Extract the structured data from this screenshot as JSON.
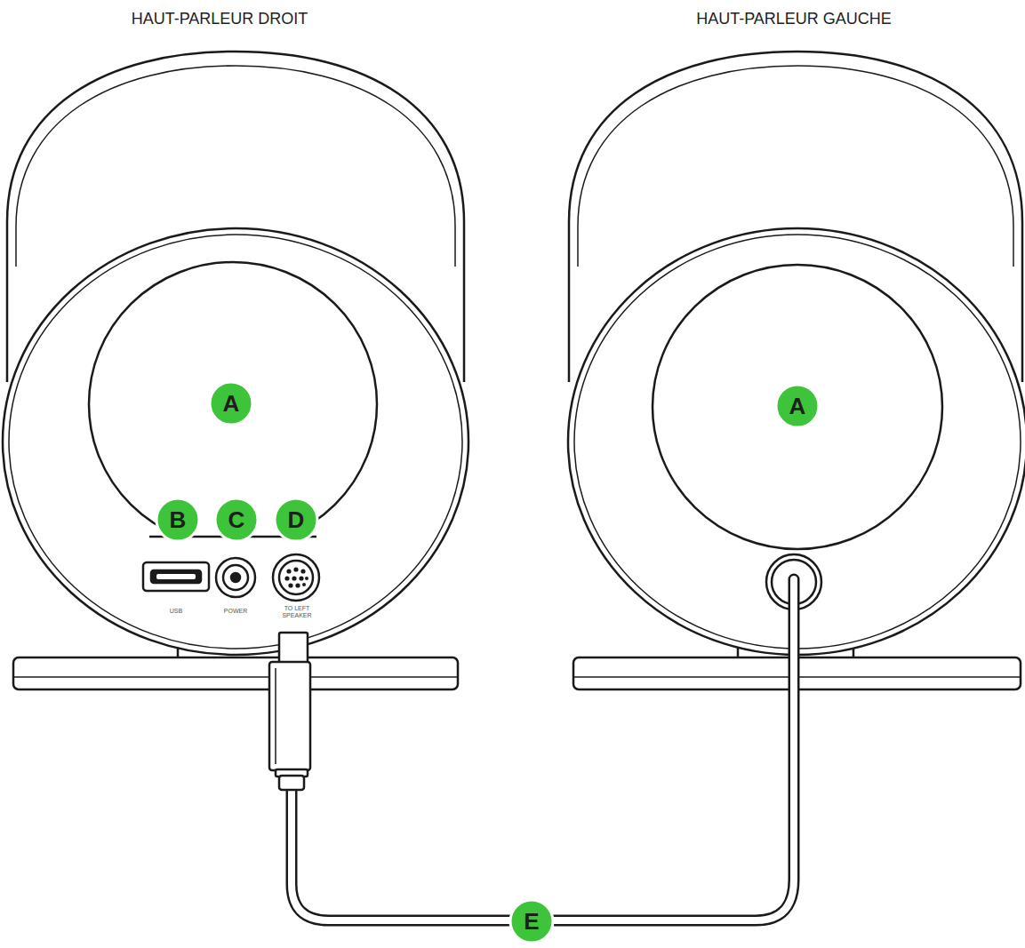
{
  "diagram": {
    "labels": [
      "HAUT-PARLEUR DROIT",
      "HAUT-PARLEUR GAUCHE",
      "A",
      "A",
      "B",
      "C",
      "D",
      "USB",
      "POWER",
      "TO LEFT SPEAKER",
      "E"
    ]
  }
}
